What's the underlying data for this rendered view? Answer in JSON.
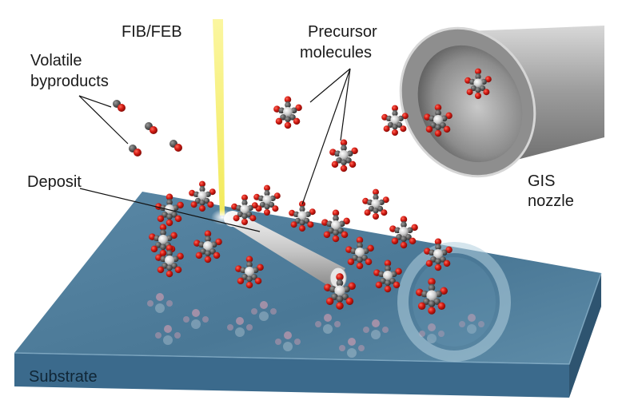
{
  "labels": {
    "fib_feb": "FIB/FEB",
    "precursor_line1": "Precursor",
    "precursor_line2": "molecules",
    "volatile_line1": "Volatile",
    "volatile_line2": "byproducts",
    "deposit": "Deposit",
    "gis_line1": "GIS",
    "gis_line2": "nozzle",
    "substrate": "Substrate"
  },
  "colors": {
    "substrate_top": "#4d7a98",
    "substrate_front": "#3b6482",
    "substrate_side": "#2e5470",
    "beam": "#f5f07a",
    "carbon": "#5c5c5c",
    "oxygen": "#d21a12",
    "metal_center": "#d7d7d7",
    "deposit": "#c8c8c8",
    "nozzle": "#9a9a9a",
    "text": "#1a1a1a"
  }
}
